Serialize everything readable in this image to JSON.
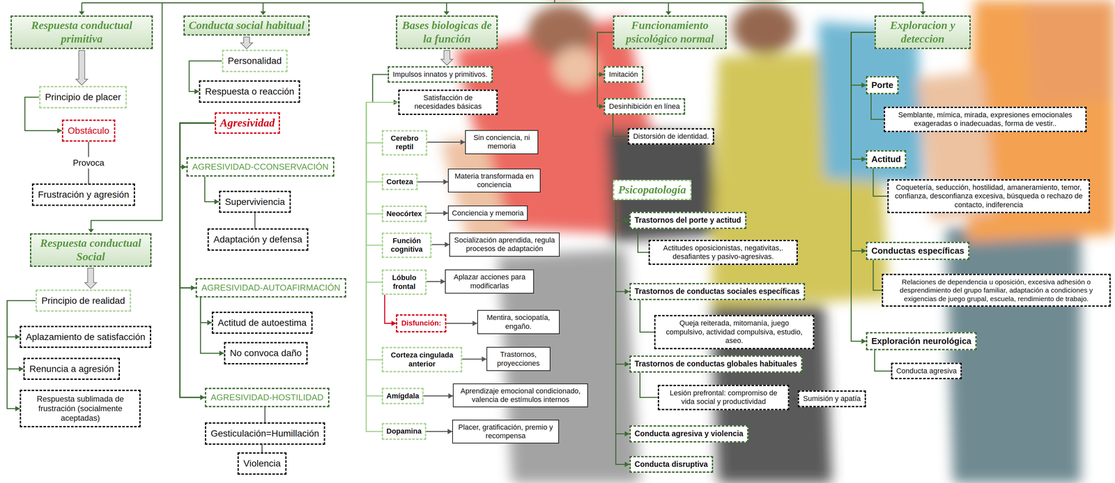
{
  "diagram": {
    "nodes": [
      {
        "text": [
          "Respuesta conductual primitiva"
        ]
      },
      {
        "text": [
          "Principio de placer"
        ]
      },
      {
        "text": [
          "Obstáculo"
        ]
      },
      {
        "text": [
          "Frustración y agresión"
        ]
      },
      {
        "text": [
          "Respuesta conductual Social"
        ]
      },
      {
        "text": [
          "Principio de realidad"
        ]
      },
      {
        "text": [
          "Aplazamiento de satisfacción"
        ]
      },
      {
        "text": [
          "Renuncia a agresión"
        ]
      },
      {
        "text": [
          "Respuesta sublimada de frustración (socialmente aceptadas)"
        ]
      },
      {
        "text": [
          "Conducta social habitual"
        ]
      },
      {
        "text": [
          "Personalidad"
        ]
      },
      {
        "text": [
          "Respuesta o reacción"
        ]
      },
      {
        "text": [
          "Agresividad"
        ]
      },
      {
        "text": [
          "AGRESIVIDAD-CCONSERVACIÓN"
        ]
      },
      {
        "text": [
          "Superviviencia"
        ]
      },
      {
        "text": [
          "Adaptación y defensa"
        ]
      },
      {
        "text": [
          "AGRESIVIDAD-AUTOAFIRMACIÓN"
        ]
      },
      {
        "text": [
          "Actitud de autoestima"
        ]
      },
      {
        "text": [
          "No convoca daño"
        ]
      },
      {
        "text": [
          "AGRESIVIDAD-HOSTILIDAD"
        ]
      },
      {
        "text": [
          "Gesticulación=Humillación"
        ]
      },
      {
        "text": [
          "Violencia"
        ]
      },
      {
        "text": [
          "Bases biologicas de la función"
        ]
      },
      {
        "text": [
          "Impulsos innatos y primitivos."
        ]
      },
      {
        "text": [
          "Satisfacción de necesidades básicas"
        ]
      },
      {
        "text": [
          "Cerebro reptil"
        ]
      },
      {
        "text": [
          "Sin conciencia, ni memoria"
        ]
      },
      {
        "text": [
          "Corteza"
        ]
      },
      {
        "text": [
          "Materia transformada en conciencia"
        ]
      },
      {
        "text": [
          "Neocórtex"
        ]
      },
      {
        "text": [
          "Conciencia y memoria"
        ]
      },
      {
        "text": [
          "Función cognitiva"
        ]
      },
      {
        "text": [
          "Socialización aprendida, regula procesos de adaptación"
        ]
      },
      {
        "text": [
          "Lóbulo frontal"
        ]
      },
      {
        "text": [
          "Aplazar acciones para modificarlas"
        ]
      },
      {
        "text": [
          "Disfunción:"
        ]
      },
      {
        "text": [
          "Mentira, sociopatía, engaño."
        ]
      },
      {
        "text": [
          "Corteza cingulada anterior"
        ]
      },
      {
        "text": [
          "Trastornos, proyecciones"
        ]
      },
      {
        "text": [
          "Amígdala"
        ]
      },
      {
        "text": [
          "Aprendizaje emocional condicionado, valencia de estímulos internos"
        ]
      },
      {
        "text": [
          "Dopamina"
        ]
      },
      {
        "text": [
          "Placer, gratificación, premio y recompensa"
        ]
      },
      {
        "text": [
          "Funcionamiento psicológico normal"
        ]
      },
      {
        "text": [
          "Imitación"
        ]
      },
      {
        "text": [
          "Desinhibición en línea"
        ]
      },
      {
        "text": [
          "Distorsión de identidad."
        ]
      },
      {
        "text": [
          "Psicopatología"
        ]
      },
      {
        "text": [
          "Trastornos del porte y actitud"
        ]
      },
      {
        "text": [
          "Actitudes oposicionistas, negativitas,. desafiantes y pasivo-agresivas."
        ]
      },
      {
        "text": [
          "Trastornos de conductas sociales específicas"
        ]
      },
      {
        "text": [
          "Queja reiterada, mitomanía, juego compulsivo, actividad compulsiva, estudio, aseo."
        ]
      },
      {
        "text": [
          "Trastornos de conductas globales habituales"
        ]
      },
      {
        "text": [
          "Lesión prefrontal: compromiso de vida social y productividad"
        ]
      },
      {
        "text": [
          "Sumisión y apatía"
        ]
      },
      {
        "text": [
          "Conducta agresiva y violencia"
        ]
      },
      {
        "text": [
          "Conducta disruptiva"
        ]
      },
      {
        "text": [
          "Exploracion y deteccion"
        ]
      },
      {
        "text": [
          "Porte"
        ]
      },
      {
        "text": [
          "Semblante, mímica, mirada, expresiones emocionales exageradas o inadecuadas, forma de vestir.."
        ]
      },
      {
        "text": [
          "Actitud"
        ]
      },
      {
        "text": [
          "Coquetería, seducción, hostilidad, amaneramiento, temor, confianza, desconfianza excesiva, búsqueda o rechazo de contacto, indiferencia"
        ]
      },
      {
        "text": [
          "Conductas específicas"
        ]
      },
      {
        "text": [
          "Relaciones de dependencia u oposición, excesiva adhesión o desprendimiento del grupo familiar, adaptación a condiciones y exigencias de juego grupal, escuela, rendimiento de trabajo."
        ]
      },
      {
        "text": [
          "Exploración neurológica"
        ]
      },
      {
        "text": [
          "Conducta agresiva"
        ]
      }
    ],
    "edges": [
      {
        "from": 0,
        "to": 1,
        "arrow": "to"
      },
      {
        "from": 1,
        "to": 2,
        "arrow": "to"
      },
      {
        "from": 2,
        "to": 3,
        "label": "Provoca",
        "arrow": "none"
      },
      {
        "from": 4,
        "to": 5,
        "arrow": "to"
      },
      {
        "from": 5,
        "to": 6,
        "arrow": "to"
      },
      {
        "from": 5,
        "to": 7,
        "arrow": "to"
      },
      {
        "from": 5,
        "to": 8,
        "arrow": "to"
      },
      {
        "from": 9,
        "to": 10,
        "arrow": "to"
      },
      {
        "from": 10,
        "to": 11,
        "arrow": "to"
      },
      {
        "from": 12,
        "to": 13,
        "arrow": "to"
      },
      {
        "from": 12,
        "to": 16,
        "arrow": "to"
      },
      {
        "from": 12,
        "to": 19,
        "arrow": "to"
      },
      {
        "from": 13,
        "to": 14,
        "arrow": "to"
      },
      {
        "from": 14,
        "to": 15,
        "arrow": "none"
      },
      {
        "from": 16,
        "to": 17,
        "arrow": "to"
      },
      {
        "from": 16,
        "to": 18,
        "arrow": "to"
      },
      {
        "from": 19,
        "to": 20,
        "arrow": "none"
      },
      {
        "from": 20,
        "to": 21,
        "arrow": "none"
      },
      {
        "from": 22,
        "to": 23,
        "arrow": "to"
      },
      {
        "from": 23,
        "to": 24,
        "arrow": "to"
      },
      {
        "from": 24,
        "to": 25,
        "arrow": "none"
      },
      {
        "from": 24,
        "to": 27,
        "arrow": "none"
      },
      {
        "from": 24,
        "to": 29,
        "arrow": "none"
      },
      {
        "from": 24,
        "to": 31,
        "arrow": "none"
      },
      {
        "from": 24,
        "to": 33,
        "arrow": "none"
      },
      {
        "from": 24,
        "to": 37,
        "arrow": "none"
      },
      {
        "from": 24,
        "to": 39,
        "arrow": "none"
      },
      {
        "from": 24,
        "to": 41,
        "arrow": "none"
      },
      {
        "from": 25,
        "to": 26,
        "arrow": "to"
      },
      {
        "from": 27,
        "to": 28,
        "arrow": "to"
      },
      {
        "from": 29,
        "to": 30,
        "arrow": "to"
      },
      {
        "from": 31,
        "to": 32,
        "arrow": "to"
      },
      {
        "from": 33,
        "to": 34,
        "arrow": "to"
      },
      {
        "from": 35,
        "to": 36,
        "arrow": "to"
      },
      {
        "from": 37,
        "to": 38,
        "arrow": "to"
      },
      {
        "from": 39,
        "to": 40,
        "arrow": "to"
      },
      {
        "from": 41,
        "to": 42,
        "arrow": "to"
      },
      {
        "from": 33,
        "to": 35,
        "arrow": "to"
      },
      {
        "from": 43,
        "to": 44,
        "arrow": "to"
      },
      {
        "from": 43,
        "to": 45,
        "arrow": "to"
      },
      {
        "from": 45,
        "to": 46,
        "arrow": "none"
      },
      {
        "from": 47,
        "to": 48,
        "arrow": "to"
      },
      {
        "from": 47,
        "to": 50,
        "arrow": "to"
      },
      {
        "from": 47,
        "to": 52,
        "arrow": "to"
      },
      {
        "from": 47,
        "to": 55,
        "arrow": "to"
      },
      {
        "from": 47,
        "to": 56,
        "arrow": "to"
      },
      {
        "from": 48,
        "to": 49,
        "arrow": "none"
      },
      {
        "from": 50,
        "to": 51,
        "arrow": "none"
      },
      {
        "from": 52,
        "to": 53,
        "arrow": "none"
      },
      {
        "from": 53,
        "to": 54,
        "arrow": "to"
      },
      {
        "from": 57,
        "to": 58,
        "arrow": "to"
      },
      {
        "from": 57,
        "to": 60,
        "arrow": "to"
      },
      {
        "from": 57,
        "to": 62,
        "arrow": "to"
      },
      {
        "from": 57,
        "to": 64,
        "arrow": "to"
      },
      {
        "from": 58,
        "to": 59,
        "arrow": "none"
      },
      {
        "from": 60,
        "to": 61,
        "arrow": "none"
      },
      {
        "from": 62,
        "to": 63,
        "arrow": "none"
      },
      {
        "from": 64,
        "to": 65,
        "arrow": "none"
      }
    ]
  }
}
